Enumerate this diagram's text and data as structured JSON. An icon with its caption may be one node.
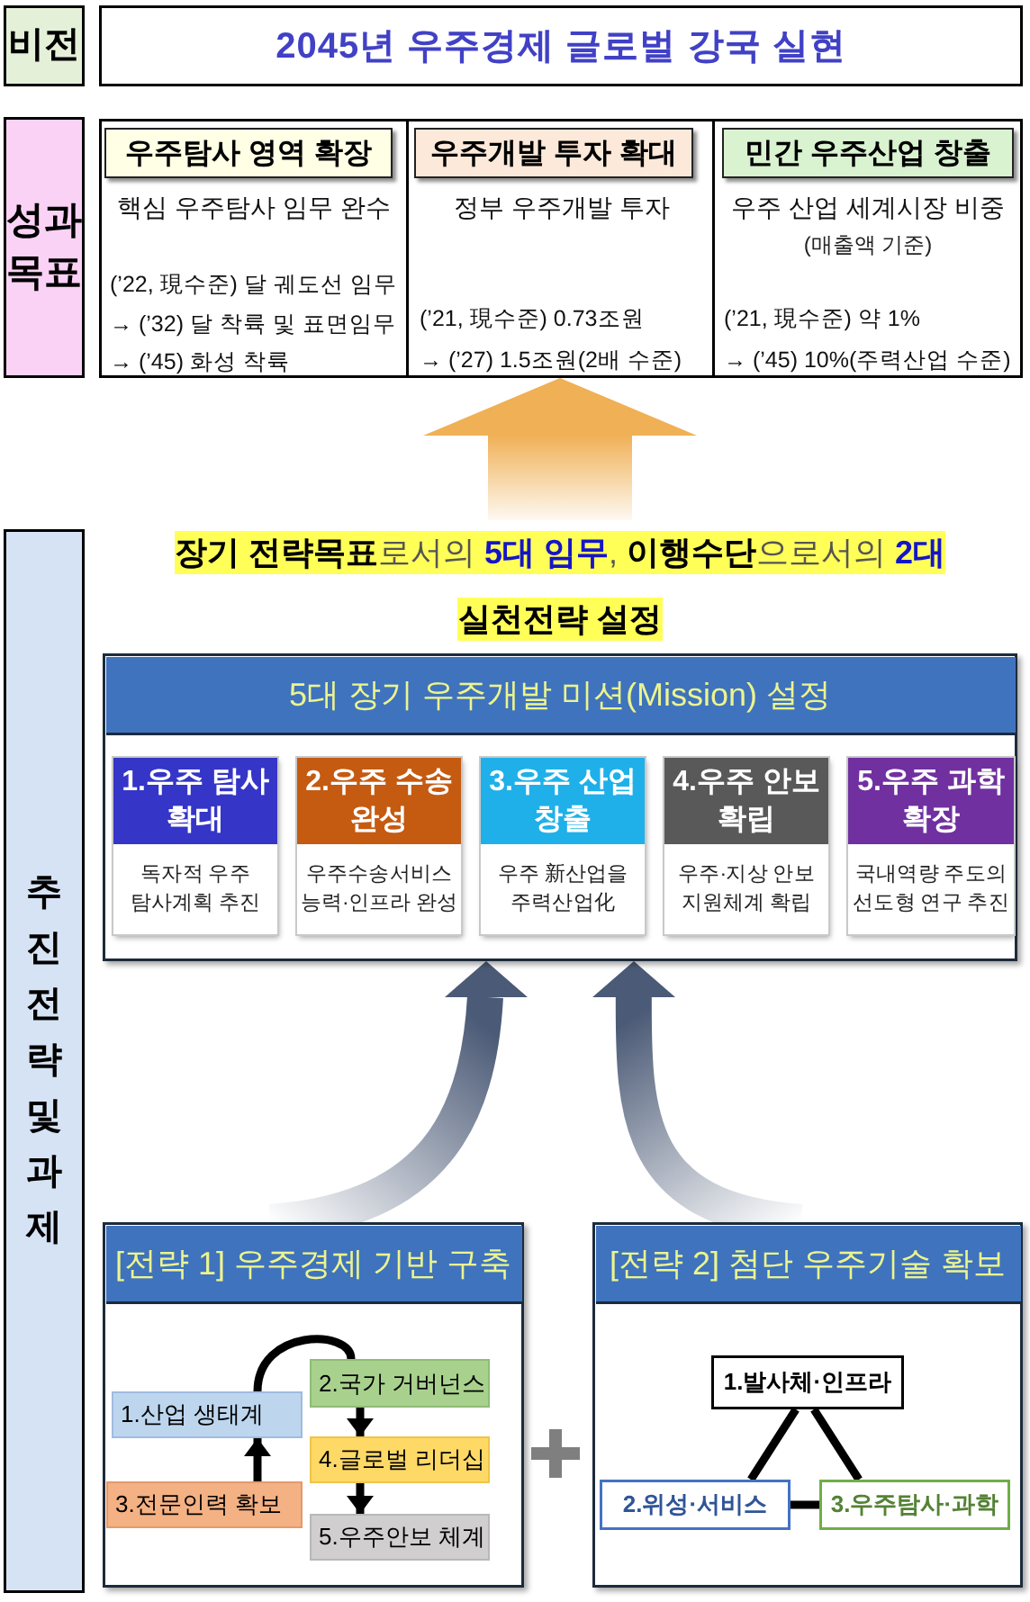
{
  "diagram": {
    "nodes": [
      {
        "text": [
          "비전"
        ]
      },
      {
        "text": [
          "2045년 우주경제 글로벌 강국 실현"
        ]
      },
      {
        "text": [
          "성과 목표"
        ]
      },
      {
        "text": [],
        "shape": "box"
      },
      {
        "text": [
          "핵심 우주탐사 임무 완수",
          "(’22, 現수준) 달 궤도선 임무",
          "→ (’32) 달 착륙 및 표면임무",
          "→ (’45) 화성 착륙"
        ],
        "in": 3
      },
      {
        "text": [
          "우주탐사 영역 확장"
        ],
        "in": 4
      },
      {
        "text": [
          "정부 우주개발 투자",
          "(’21, 現수준) 0.73조원",
          "→ (’27) 1.5조원(2배 수준)"
        ],
        "in": 3
      },
      {
        "text": [
          "우주개발 투자 확대"
        ],
        "in": 6
      },
      {
        "text": [
          "우주 산업 세계시장 비중",
          "(매출액 기준)",
          "(’21, 現수준) 약 1%",
          "→ (’45) 10%(주력산업 수준)"
        ],
        "in": 3
      },
      {
        "text": [
          "민간 우주산업 창출"
        ],
        "in": 8
      },
      {
        "text": [
          "추진전략 및 과제"
        ]
      },
      {
        "text": [
          "**장기 전략목표**로서의 **5대 임무**, **이행수단**으로서의 **2대** **실천전략 설정**"
        ]
      },
      {
        "text": [
          "5대 장기 우주개발 미션(Mission) 설정"
        ]
      },
      {
        "text": [
          "1.우주 탐사 확대",
          "독자적 우주 탐사계획 추진"
        ],
        "in": 12
      },
      {
        "text": [
          "2.우주 수송 완성",
          "우주수송서비스 능력·인프라 완성"
        ],
        "in": 12
      },
      {
        "text": [
          "3.우주 산업 창출",
          "우주 新산업을 주력산업化"
        ],
        "in": 12
      },
      {
        "text": [
          "4.우주 안보 확립",
          "우주·지상 안보 지원체계 확립"
        ],
        "in": 12
      },
      {
        "text": [
          "5.우주 과학 확장",
          "국내역량 주도의 선도형 연구 추진"
        ],
        "in": 12
      },
      {
        "text": [
          "[전략 1] 우주경제 기반 구축"
        ]
      },
      {
        "text": [
          "1.산업 생태계"
        ],
        "in": 18
      },
      {
        "text": [
          "2.국가 거버넌스"
        ],
        "in": 18
      },
      {
        "text": [
          "3.전문인력 확보"
        ],
        "in": 18
      },
      {
        "text": [
          "4.글로벌 리더십"
        ],
        "in": 18
      },
      {
        "text": [
          "5.우주안보 체계"
        ],
        "in": 18
      },
      {
        "text": [
          "[전략 2] 첨단 우주기술 확보"
        ]
      },
      {
        "text": [
          "1.발사체·인프라"
        ],
        "in": 24
      },
      {
        "text": [
          "2.위성·서비스"
        ],
        "in": 24
      },
      {
        "text": [
          "3.우주탐사·과학"
        ],
        "in": 24
      }
    ],
    "edges": [
      {
        "from": 11,
        "to": 3,
        "arrow": "to",
        "style": "thick",
        "color": "#f0b055"
      },
      {
        "from": 18,
        "to": 12,
        "arrow": "to",
        "style": "thick",
        "color": "#4b5a76"
      },
      {
        "from": 24,
        "to": 12,
        "arrow": "to",
        "style": "thick",
        "color": "#4b5a76"
      },
      {
        "from": 21,
        "to": 19,
        "arrow": "to"
      },
      {
        "from": 19,
        "to": 20,
        "arrow": "none"
      },
      {
        "from": 20,
        "to": 22,
        "arrow": "to"
      },
      {
        "from": 22,
        "to": 23,
        "arrow": "to"
      },
      {
        "from": 25,
        "to": 26,
        "arrow": "none"
      },
      {
        "from": 25,
        "to": 27,
        "arrow": "none"
      },
      {
        "from": 26,
        "to": 27,
        "arrow": "none"
      }
    ]
  }
}
